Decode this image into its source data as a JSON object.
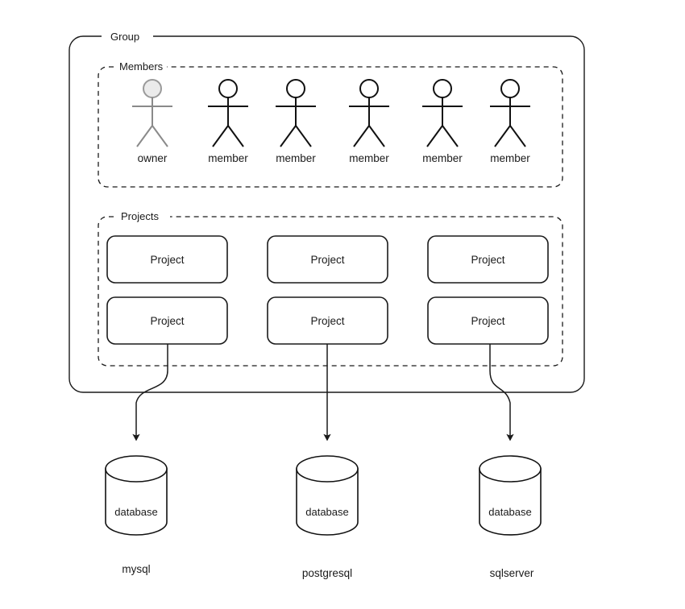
{
  "diagram": {
    "title_label": "Group",
    "background_color": "#ffffff",
    "line_color": "#1a1a1a",
    "owner_color": "#8a8a8a",
    "member_color": "#111111",
    "sections": [
      {
        "id": "members",
        "label": "Members"
      },
      {
        "id": "projects",
        "label": "Projects"
      }
    ],
    "members": [
      {
        "label": "owner",
        "role": "owner",
        "style": "gray"
      },
      {
        "label": "member",
        "role": "member",
        "style": "black"
      },
      {
        "label": "member",
        "role": "member",
        "style": "black"
      },
      {
        "label": "member",
        "role": "member",
        "style": "black"
      },
      {
        "label": "member",
        "role": "member",
        "style": "black"
      },
      {
        "label": "member",
        "role": "member",
        "style": "black"
      }
    ],
    "projects": [
      {
        "label": "Project"
      },
      {
        "label": "Project"
      },
      {
        "label": "Project"
      },
      {
        "label": "Project"
      },
      {
        "label": "Project"
      },
      {
        "label": "Project"
      }
    ],
    "databases": [
      {
        "inner_label": "database",
        "name": "mysql"
      },
      {
        "inner_label": "database",
        "name": "postgresql"
      },
      {
        "inner_label": "database",
        "name": "sqlserver"
      }
    ],
    "connectors": [
      {
        "from": "project-bottom-left",
        "to": "mysql",
        "shape": "curve-left"
      },
      {
        "from": "project-bottom-center",
        "to": "postgresql",
        "shape": "straight"
      },
      {
        "from": "project-bottom-right",
        "to": "sqlserver",
        "shape": "curve-right"
      }
    ]
  }
}
